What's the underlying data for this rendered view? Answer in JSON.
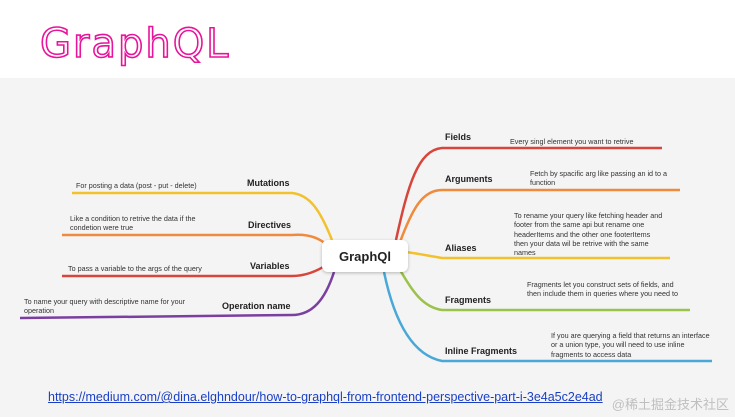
{
  "title": "GraphQL",
  "center": "GraphQl",
  "branches": {
    "mutations": {
      "label": "Mutations",
      "desc": "For posting a data (post - put - delete)",
      "color": "#f2c12e"
    },
    "directives": {
      "label": "Directives",
      "desc": "Like a condition to retrive the data if the condetion were true",
      "color": "#f08a3c"
    },
    "variables": {
      "label": "Variables",
      "desc": "To pass a variable to the args of the query",
      "color": "#d8453a"
    },
    "operation": {
      "label": "Operation name",
      "desc": "To name your query with descriptive name for your operation",
      "color": "#7b3fa0"
    },
    "fields": {
      "label": "Fields",
      "desc": "Every singl element you want to retrive",
      "color": "#d8453a"
    },
    "arguments": {
      "label": "Arguments",
      "desc": "Fetch by spacific arg like passing an id to a function",
      "color": "#f08a3c"
    },
    "aliases": {
      "label": "Aliases",
      "desc": "To rename your query like fetching header and footer from the same api but rename one headerItems and the other one footerItems then your data wil be retrive with the same names",
      "color": "#f2c12e"
    },
    "fragments": {
      "label": "Fragments",
      "desc": "Fragments let you construct sets of fields, and then include them in queries where you need to",
      "color": "#9bc24a"
    },
    "inline": {
      "label": "Inline Fragments",
      "desc": "If you are querying a field that returns an interface or a union type, you will need to use inline fragments to access data",
      "color": "#4aa8d8"
    }
  },
  "link": "https://medium.com/@dina.elghndour/how-to-graphql-from-frontend-perspective-part-i-3e4a5c2e4ad",
  "watermark": "@稀土掘金技术社区"
}
